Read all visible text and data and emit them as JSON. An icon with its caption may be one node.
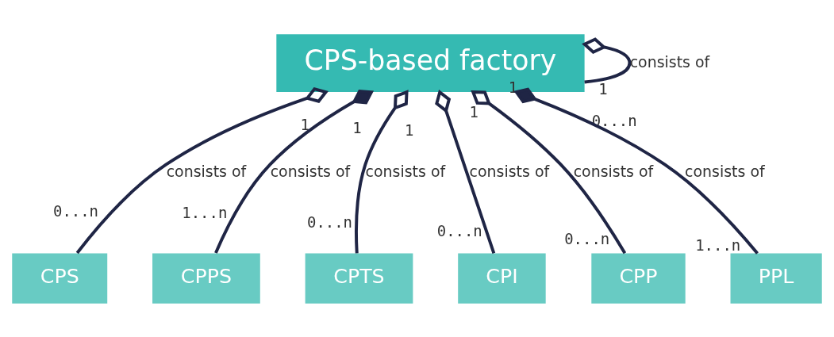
{
  "diagram": {
    "nodes": [
      {
        "text": [
          "CPS-based factory"
        ]
      },
      {
        "text": [
          "CPS"
        ]
      },
      {
        "text": [
          "CPPS"
        ]
      },
      {
        "text": [
          "CPTS"
        ]
      },
      {
        "text": [
          "CPI"
        ]
      },
      {
        "text": [
          "CPP"
        ]
      },
      {
        "text": [
          "PPL"
        ]
      }
    ],
    "edges": [
      {
        "from": 0,
        "to": 0,
        "arrow": "other",
        "label": "consists of"
      },
      {
        "from": 0,
        "to": 1,
        "arrow": "other",
        "label": "consists of"
      },
      {
        "from": 0,
        "to": 2,
        "arrow": "other",
        "label": "consists of"
      },
      {
        "from": 0,
        "to": 3,
        "arrow": "other",
        "label": "consists of"
      },
      {
        "from": 0,
        "to": 4,
        "arrow": "other",
        "label": "consists of"
      },
      {
        "from": 0,
        "to": 5,
        "arrow": "other",
        "label": "consists of"
      },
      {
        "from": 0,
        "to": 6,
        "arrow": "other",
        "label": "consists of"
      }
    ],
    "labels": [
      "1",
      "1",
      "1",
      "1",
      "0...n",
      "1",
      "1",
      "0...n",
      "1...n",
      "0...n",
      "0...n",
      "0...n",
      "1...n"
    ]
  }
}
